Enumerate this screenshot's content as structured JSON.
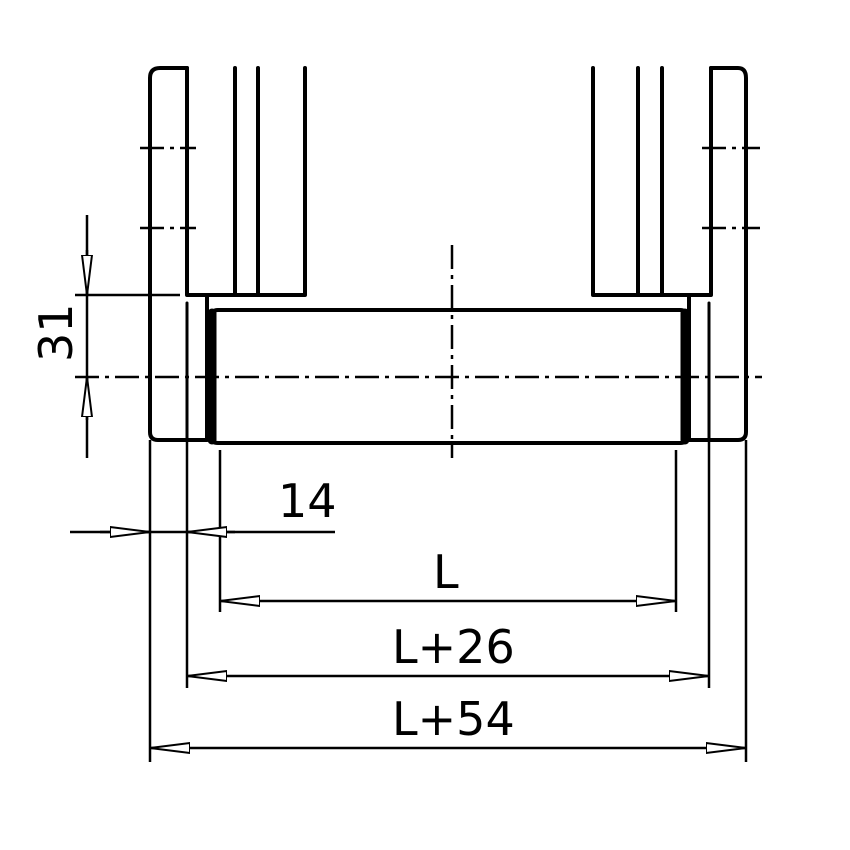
{
  "dimensions": {
    "height_offset": "31",
    "side_gap": "14",
    "roller_length": "L",
    "inner_width": "L+26",
    "outer_width": "L+54"
  },
  "colors": {
    "line": "#000000",
    "background": "#ffffff"
  }
}
